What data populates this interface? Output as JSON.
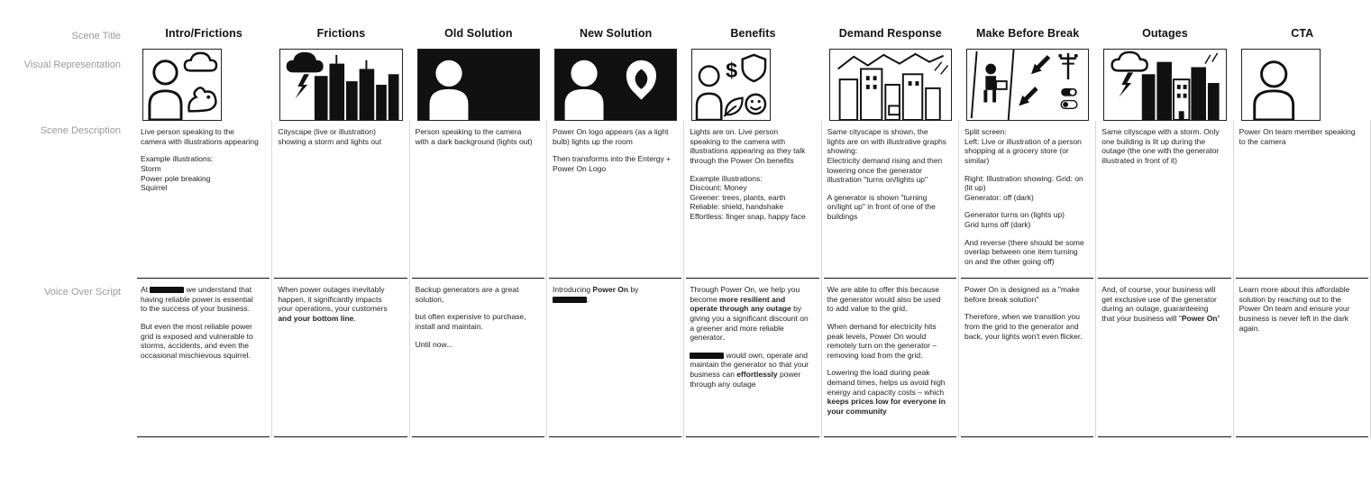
{
  "colors": {
    "ink": "#111111",
    "label_gray": "#9a9a9a",
    "column_divider": "#d8d8d8",
    "background": "#ffffff"
  },
  "row_labels": {
    "scene_title": "Scene Title",
    "visual_representation": "Visual Representation",
    "scene_description": "Scene Description",
    "voice_over_script": "Voice Over Script"
  },
  "columns": [
    {
      "title": "Intro/Frictions",
      "visual_elements": [
        "person speaking",
        "storm cloud",
        "squirrel"
      ],
      "description": [
        [
          {
            "t": "Live person speaking to the camera with illustrations appearing"
          }
        ],
        [
          {
            "t": "Example illustrations:\nStorm\nPower pole breaking\nSquirrel"
          }
        ]
      ],
      "voice_over": [
        [
          {
            "t": "At "
          },
          {
            "r": true
          },
          {
            "t": " we understand that having reliable power is essential to the success of your business."
          }
        ],
        [
          {
            "t": "But even the most reliable power grid is exposed and vulnerable to storms, accidents, and even the occasional mischievous squirrel."
          }
        ]
      ]
    },
    {
      "title": "Frictions",
      "visual_elements": [
        "storm cloud with lightning",
        "dark city skyline"
      ],
      "description": [
        [
          {
            "t": "Cityscape (live or illustration) showing a storm and lights out"
          }
        ]
      ],
      "voice_over": [
        [
          {
            "t": "When power outages inevitably happen, it significantly impacts your operations, your customers "
          },
          {
            "t": "and your bottom line",
            "b": true
          },
          {
            "t": "."
          }
        ]
      ]
    },
    {
      "title": "Old Solution",
      "visual_elements": [
        "person silhouette on dark background"
      ],
      "description": [
        [
          {
            "t": "Person speaking to the camera with a dark background (lights out)"
          }
        ]
      ],
      "voice_over": [
        [
          {
            "t": "Backup generators are a great solution,"
          }
        ],
        [
          {
            "t": "but often expensive to purchase, install and maintain."
          }
        ],
        [
          {
            "t": "Until now..."
          }
        ]
      ]
    },
    {
      "title": "New Solution",
      "visual_elements": [
        "person silhouette on dark background",
        "Power On light-bulb logo"
      ],
      "description": [
        [
          {
            "t": "Power On logo appears (as a light bulb) lights up the room"
          }
        ],
        [
          {
            "t": "Then transforms into the Entergy + Power On Logo"
          }
        ]
      ],
      "voice_over": [
        [
          {
            "t": "Introducing "
          },
          {
            "t": "Power On",
            "b": true
          },
          {
            "t": " by "
          },
          {
            "r": true
          },
          {
            "t": "."
          }
        ]
      ]
    },
    {
      "title": "Benefits",
      "visual_elements": [
        "person speaking",
        "dollar sign",
        "shield",
        "leaf",
        "smiley face"
      ],
      "description": [
        [
          {
            "t": "Lights are on. Live person speaking to the camera with illustrations appearing as they talk through the Power On benefits"
          }
        ],
        [
          {
            "t": "Example illustrations:\nDiscount: Money\nGreener: trees, plants, earth\nReliable: shield, handshake\nEffortless: finger snap, happy face"
          }
        ]
      ],
      "voice_over": [
        [
          {
            "t": "Through Power On, we help you become "
          },
          {
            "t": "more resilient and operate through any outage",
            "b": true
          },
          {
            "t": " by giving you a significant discount on a greener and more reliable generator."
          }
        ],
        [
          {
            "r": true
          },
          {
            "t": " would own, operate and maintain the generator so that your business can "
          },
          {
            "t": "effortlessly",
            "b": true
          },
          {
            "t": " power through any outage"
          }
        ]
      ]
    },
    {
      "title": "Demand Response",
      "visual_elements": [
        "city skyline line art",
        "electricity demand graph",
        "generator"
      ],
      "description": [
        [
          {
            "t": "Same cityscape is shown, the lights are on with illustrative graphs showing:\nElectricity demand rising and then lowering once the generator illustration \"turns on/lights up\""
          }
        ],
        [
          {
            "t": "A generator is shown \"turning on/light up\" in front of one of the buildings"
          }
        ]
      ],
      "voice_over": [
        [
          {
            "t": "We are able to offer this because the generator would also be used to add value to the grid."
          }
        ],
        [
          {
            "t": "When demand for electricity hits peak levels, Power On would remotely turn on the generator – removing load from the grid."
          }
        ],
        [
          {
            "t": "Lowering the load during peak demand times, helps us avoid high energy and capacity costs – which "
          },
          {
            "t": "keeps prices low for everyone in your community",
            "b": true
          }
        ]
      ]
    },
    {
      "title": "Make Before Break",
      "visual_elements": [
        "split screen",
        "person shopping",
        "arrows",
        "utility pole",
        "power toggles"
      ],
      "description": [
        [
          {
            "t": "Split screen:\nLeft: Live or illustration of a person shopping at a grocery store (or similar)"
          }
        ],
        [
          {
            "t": "Right: Illustration showing: Grid: on (lit up)\nGenerator: off (dark)"
          }
        ],
        [
          {
            "t": "Generator turns on (lights up)\nGrid turns off (dark)"
          }
        ],
        [
          {
            "t": "And reverse (there should be some overlap between one item turning on and the other going off)"
          }
        ]
      ],
      "voice_over": [
        [
          {
            "t": "Power On is designed as a \"make before break solution\""
          }
        ],
        [
          {
            "t": "Therefore, when we transition you from the grid to the generator and back, your lights won't even flicker."
          }
        ]
      ]
    },
    {
      "title": "Outages",
      "visual_elements": [
        "storm cloud with lightning",
        "dark city skyline",
        "one lit building"
      ],
      "description": [
        [
          {
            "t": "Same cityscape with a storm. Only one building is lit up during the outage (the one with the generator illustrated in front of it)"
          }
        ]
      ],
      "voice_over": [
        [
          {
            "t": "And, of course, your business will get exclusive use of the generator during an outage, guaranteeing that your business will \""
          },
          {
            "t": "Power On",
            "b": true
          },
          {
            "t": "\""
          }
        ]
      ]
    },
    {
      "title": "CTA",
      "visual_elements": [
        "person speaking"
      ],
      "description": [
        [
          {
            "t": "Power On team member speaking to the camera"
          }
        ]
      ],
      "voice_over": [
        [
          {
            "t": "Learn more about this affordable solution by reaching out to the Power On team and ensure your business is never left in the dark again."
          }
        ]
      ]
    }
  ]
}
